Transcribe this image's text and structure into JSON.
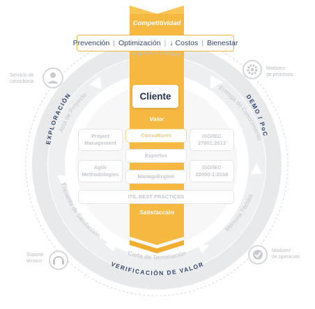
{
  "top_label": "Competitividad",
  "pill_items": [
    "Prevención",
    "Optimización",
    "↓ Costos",
    "Bienestar"
  ],
  "center": "Cliente",
  "valor": "Valor",
  "satisfaccion": "Satisfacción",
  "center_boxes": [
    "Consultores",
    "Expertos",
    "ManageEngine"
  ],
  "left_boxes": [
    "Project\nManagement",
    "Agile\nMethodologies"
  ],
  "right_boxes": [
    "ISO/IEC\n27001:2013",
    "ISO/IEC\n20000-1:2018"
  ],
  "itil": "ITIL BEST PRACTICES",
  "arc_labels": {
    "top": "Formato Layout",
    "upper_left": "Acta de Proyecto",
    "upper_right": "Entrega de Conocimiento",
    "lower_left": "Encuesta de Satisfacción",
    "lower_right": "Memoria Técnica",
    "bottom": "Carta de Terminación"
  },
  "outer_labels": {
    "left": "EXPLORACIÓN",
    "right": "DEMO / PoC",
    "bottom": "VERIFICACIÓN DE VALOR"
  },
  "corner_items": {
    "top_left": "Servicio de\nconsultoría",
    "top_right": "Madurez\nde procesos",
    "bottom_left": "Soporte\ntécnico",
    "bottom_right": "Madurez\nde operación"
  },
  "icons": {
    "top_left": "user-icon",
    "top_right": "gear-icon",
    "bottom_left": "headset-icon",
    "bottom_right": "check-badge-icon"
  },
  "colors": {
    "accent": "#f5b841",
    "navy": "#2e4370",
    "ring": "#e6e7e9"
  }
}
